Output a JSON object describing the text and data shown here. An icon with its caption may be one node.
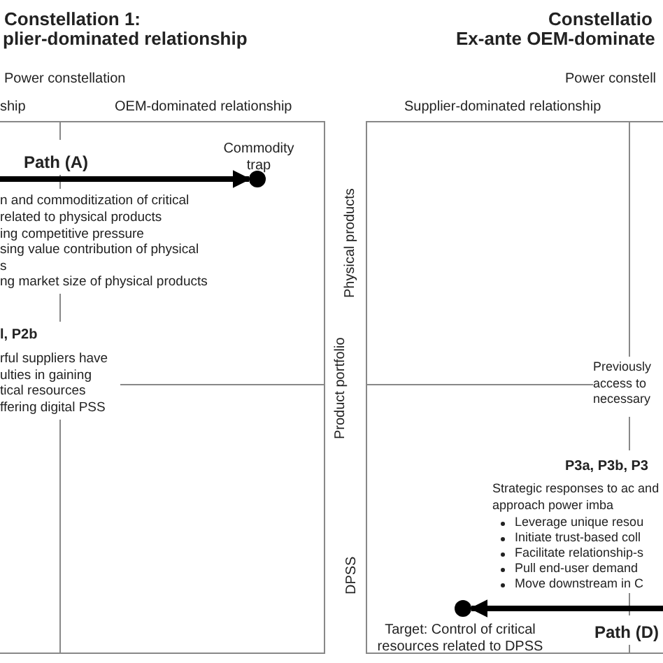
{
  "diagram": {
    "nodes": [
      {
        "text": [],
        "shape": "circle",
        "beside": [
          "Commodity trap"
        ]
      },
      {
        "text": [],
        "shape": "circle",
        "beside": [
          "Target: Control of critical resources related to DPSS"
        ]
      }
    ],
    "edges": [
      {
        "from": null,
        "to": 0,
        "arrow": "to",
        "label": "Path (A)"
      },
      {
        "from": null,
        "to": 1,
        "arrow": "to",
        "label": "Path (D)"
      }
    ],
    "labels": [
      "Constellation 1:",
      "plier-dominated relationship",
      "Constellatio",
      "Ex-ante OEM-dominate",
      "Power constellation",
      "Power constell",
      "ship",
      "OEM-dominated relationship",
      "Supplier-dominated relationship",
      "n and commoditization of critical related to physical products",
      "ing competitive pressure",
      "sing value contribution of physical s",
      "ng market size of physical products",
      "l, P2b",
      "rful suppliers have ulties in gaining tical resources ffering digital PSS",
      "Physical products",
      "Product portfolio",
      "DPSS",
      "Previously access to necessary",
      "P3a, P3b, P3",
      "Strategic responses to ac and approach power imba",
      "Leverage unique resou",
      "Initiate trust-based coll",
      "Facilitate relationship-s",
      "Pull end-user demand",
      "Move downstream in C"
    ]
  }
}
